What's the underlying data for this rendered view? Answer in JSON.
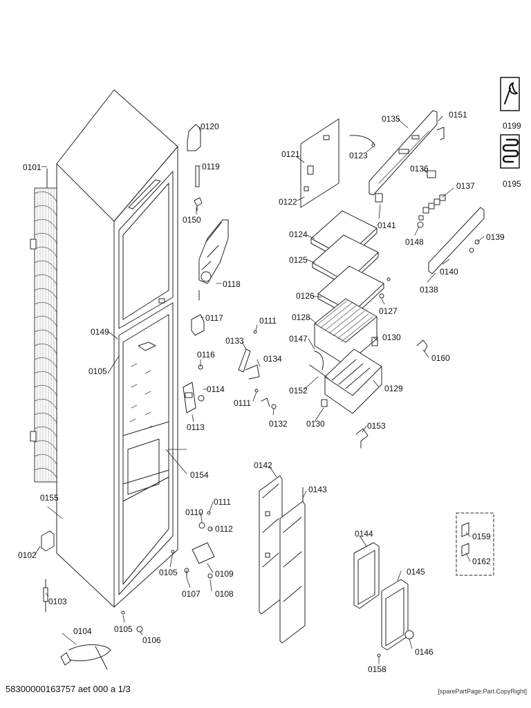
{
  "labels": {
    "p0101": "0101",
    "p0102": "0102",
    "p0103": "0103",
    "p0104": "0104",
    "p0105a": "0105",
    "p0105b": "0105",
    "p0105c": "0105",
    "p0106": "0106",
    "p0107": "0107",
    "p0108": "0108",
    "p0109": "0109",
    "p0110": "0110",
    "p0111a": "0111",
    "p0111b": "0111",
    "p0111c": "0111",
    "p0112": "0112",
    "p0113": "0113",
    "p0114": "0114",
    "p0116": "0116",
    "p0117": "0117",
    "p0118": "0118",
    "p0119": "0119",
    "p0120": "0120",
    "p0121": "0121",
    "p0122": "0122",
    "p0123": "0123",
    "p0124": "0124",
    "p0125": "0125",
    "p0126": "0126",
    "p0127": "0127",
    "p0128": "0128",
    "p0129": "0129",
    "p0130a": "0130",
    "p0130b": "0130",
    "p0132": "0132",
    "p0133": "0133",
    "p0134": "0134",
    "p0135": "0135",
    "p0136": "0136",
    "p0137": "0137",
    "p0138": "0138",
    "p0139": "0139",
    "p0140": "0140",
    "p0141": "0141",
    "p0142": "0142",
    "p0143": "0143",
    "p0144": "0144",
    "p0145": "0145",
    "p0146": "0146",
    "p0147": "0147",
    "p0148": "0148",
    "p0149": "0149",
    "p0150": "0150",
    "p0151": "0151",
    "p0152": "0152",
    "p0153": "0153",
    "p0154": "0154",
    "p0155": "0155",
    "p0158": "0158",
    "p0159": "0159",
    "p0160": "0160",
    "p0162": "0162",
    "p0195": "0195",
    "p0199": "0199"
  },
  "icons": {
    "wrench_kit": "wrench-icon",
    "heater_coil": "coil-icon"
  },
  "footer": {
    "doc_id": "58300000163757 aet 000 a 1/3",
    "copyright": "[sparePartPage.Part.CopyRight]"
  }
}
